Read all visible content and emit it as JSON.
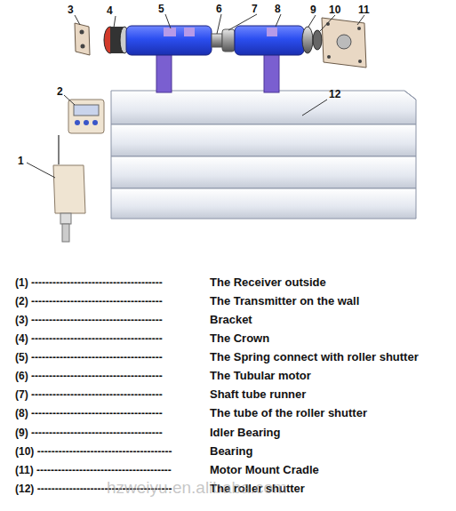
{
  "diagram": {
    "labels": [
      "3",
      "4",
      "5",
      "6",
      "7",
      "8",
      "9",
      "10",
      "11",
      "12",
      "2",
      "1",
      "(1) -------------------------------------",
      "The Receiver outside",
      "(2) -------------------------------------",
      "The Transmitter on the wall",
      "(3) -------------------------------------",
      "Bracket",
      "(4) -------------------------------------",
      "The Crown",
      "(5) -------------------------------------",
      "The Spring connect with roller shutter",
      "(6) -------------------------------------",
      "The Tubular motor",
      "(7) -------------------------------------",
      "Shaft tube runner",
      "(8) -------------------------------------",
      "The tube of the roller shutter",
      "(9) -------------------------------------",
      "Idler Bearing",
      "(10) --------------------------------------",
      "Bearing",
      "(11) --------------------------------------",
      "Motor Mount Cradle",
      "(12) --------------------------------------",
      "The roller shutter",
      "hzweiyu.en.alibaba.com"
    ]
  }
}
